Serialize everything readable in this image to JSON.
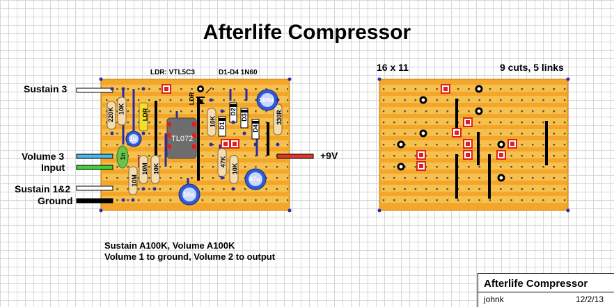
{
  "title": "Afterlife Compressor",
  "left_board": {
    "header_ldr": "LDR: VTL5C3",
    "header_diodes": "D1-D4 1N60",
    "connections": {
      "sustain3": "Sustain 3",
      "volume3": "Volume 3",
      "input": "Input",
      "sustain12": "Sustain 1&2",
      "ground": "Ground",
      "supply": "+9V"
    },
    "components": {
      "r220k": "220K",
      "r10k_a": "10K",
      "ldr_body": "LDR",
      "ldr_led": "LDR",
      "c1u": "1u",
      "c1n": "1n",
      "r10m_a": "10M",
      "r10m_b": "10M",
      "r10k_b": "10K",
      "ic": "TL072",
      "c10u": "10u",
      "r10k_c": "10K",
      "d1": "D1",
      "d2": "D2",
      "d3": "D3",
      "d4": "D4",
      "c100u": "100u",
      "r330r": "330R",
      "r47k": "47K",
      "r10k_d": "10K",
      "c47u": "47u"
    }
  },
  "right_board": {
    "size": "16 x 11",
    "cuts_links": "9 cuts, 5 links"
  },
  "notes": [
    "Sustain A100K, Volume A100K",
    "Volume 1 to ground, Volume 2 to output"
  ],
  "titleblock": {
    "title": "Afterlife Compressor",
    "author": "johnk",
    "date": "12/2/13"
  },
  "colors": {
    "board": "#f4a62a",
    "copper_strip": "#f5c04e",
    "ic_body": "#6d6d6d",
    "resistor": "#f2dcb0",
    "cap_electrolytic": "#2f5bd8",
    "cap_ceramic": "#6cc24a",
    "ldr": "#f2e027",
    "cut_marker": "#e0201c",
    "wire_blue": "#2a2aa8",
    "wire_red": "#cc1a1a"
  }
}
